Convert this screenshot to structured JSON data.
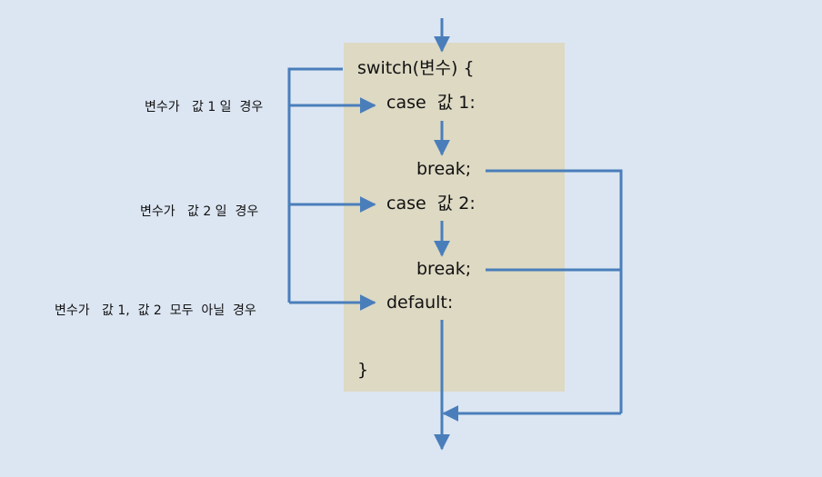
{
  "code": {
    "switch_line": "switch(변수) {",
    "case1": "case  값 1:",
    "break1": "break;",
    "case2": "case  값 2:",
    "break2": "break;",
    "default": "default:",
    "close": "}"
  },
  "conditions": {
    "cond1": "변수가   값 1 일  경우",
    "cond2": "변수가   값 2 일  경우",
    "cond3": "변수가   값 1,  값 2  모두  아닐  경우"
  },
  "colors": {
    "background": "#dce6f2",
    "code_box": "#ddd9c3",
    "arrow": "#4a7ebb"
  }
}
